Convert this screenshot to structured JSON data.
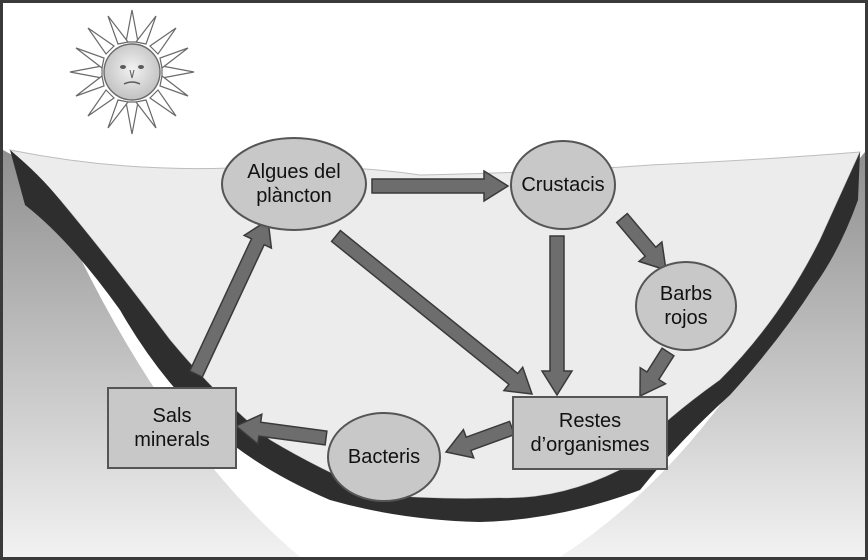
{
  "diagram": {
    "nodes": {
      "algues": {
        "lines": [
          "Algues del",
          "plàncton"
        ],
        "shape": "ellipse"
      },
      "crustacis": {
        "lines": [
          "Crustacis"
        ],
        "shape": "ellipse"
      },
      "barbs": {
        "lines": [
          "Barbs",
          "rojos"
        ],
        "shape": "ellipse"
      },
      "restes": {
        "lines": [
          "Restes",
          "d’organismes"
        ],
        "shape": "rect"
      },
      "bacteris": {
        "lines": [
          "Bacteris"
        ],
        "shape": "ellipse"
      },
      "sals": {
        "lines": [
          "Sals",
          "minerals"
        ],
        "shape": "rect"
      }
    },
    "edges": [
      {
        "from": "algues",
        "to": "crustacis"
      },
      {
        "from": "crustacis",
        "to": "barbs"
      },
      {
        "from": "crustacis",
        "to": "restes"
      },
      {
        "from": "algues",
        "to": "restes"
      },
      {
        "from": "barbs",
        "to": "restes"
      },
      {
        "from": "restes",
        "to": "bacteris"
      },
      {
        "from": "bacteris",
        "to": "sals"
      },
      {
        "from": "sals",
        "to": "algues"
      }
    ],
    "colors": {
      "node_fill": "#c8c8c8",
      "node_stroke": "#555555",
      "arrow": "#6d6d6d",
      "arrow_stroke": "#3a3a3a",
      "water": "#e9e9e9",
      "rock": "#2e2e2e",
      "sun": "#d8d8d8"
    },
    "icons": {
      "sun": "sun-icon"
    }
  }
}
